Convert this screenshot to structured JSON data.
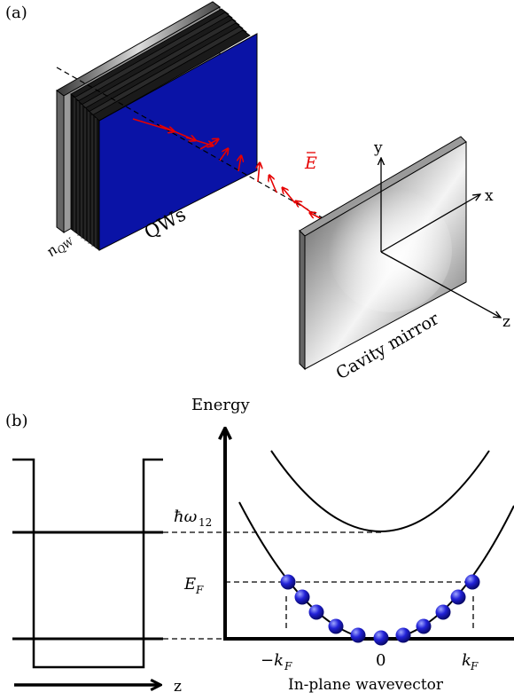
{
  "panel_a": {
    "panel_label": "(a)",
    "qw_label": "QWs",
    "nqw_label": "n",
    "nqw_sub": "QW",
    "field_label": "E",
    "mirror_label": "Cavity mirror",
    "axis_x": "x",
    "axis_y": "y",
    "axis_z": "z",
    "colors": {
      "qw_face": "#0a13a6",
      "field": "#e60000",
      "mirror_dark": "#444444"
    }
  },
  "panel_b": {
    "panel_label": "(b)",
    "energy_label": "Energy",
    "hw_label": "ħω",
    "hw_sub": "12",
    "ef_label": "E",
    "ef_sub": "F",
    "neg_kf_label": "−k",
    "kf_sub": "F",
    "kf_label": "k",
    "zero_label": "0",
    "xaxis_label": "In-plane wavevector",
    "z_label": "z",
    "colors": {
      "electron": "#1a1ad0"
    }
  }
}
